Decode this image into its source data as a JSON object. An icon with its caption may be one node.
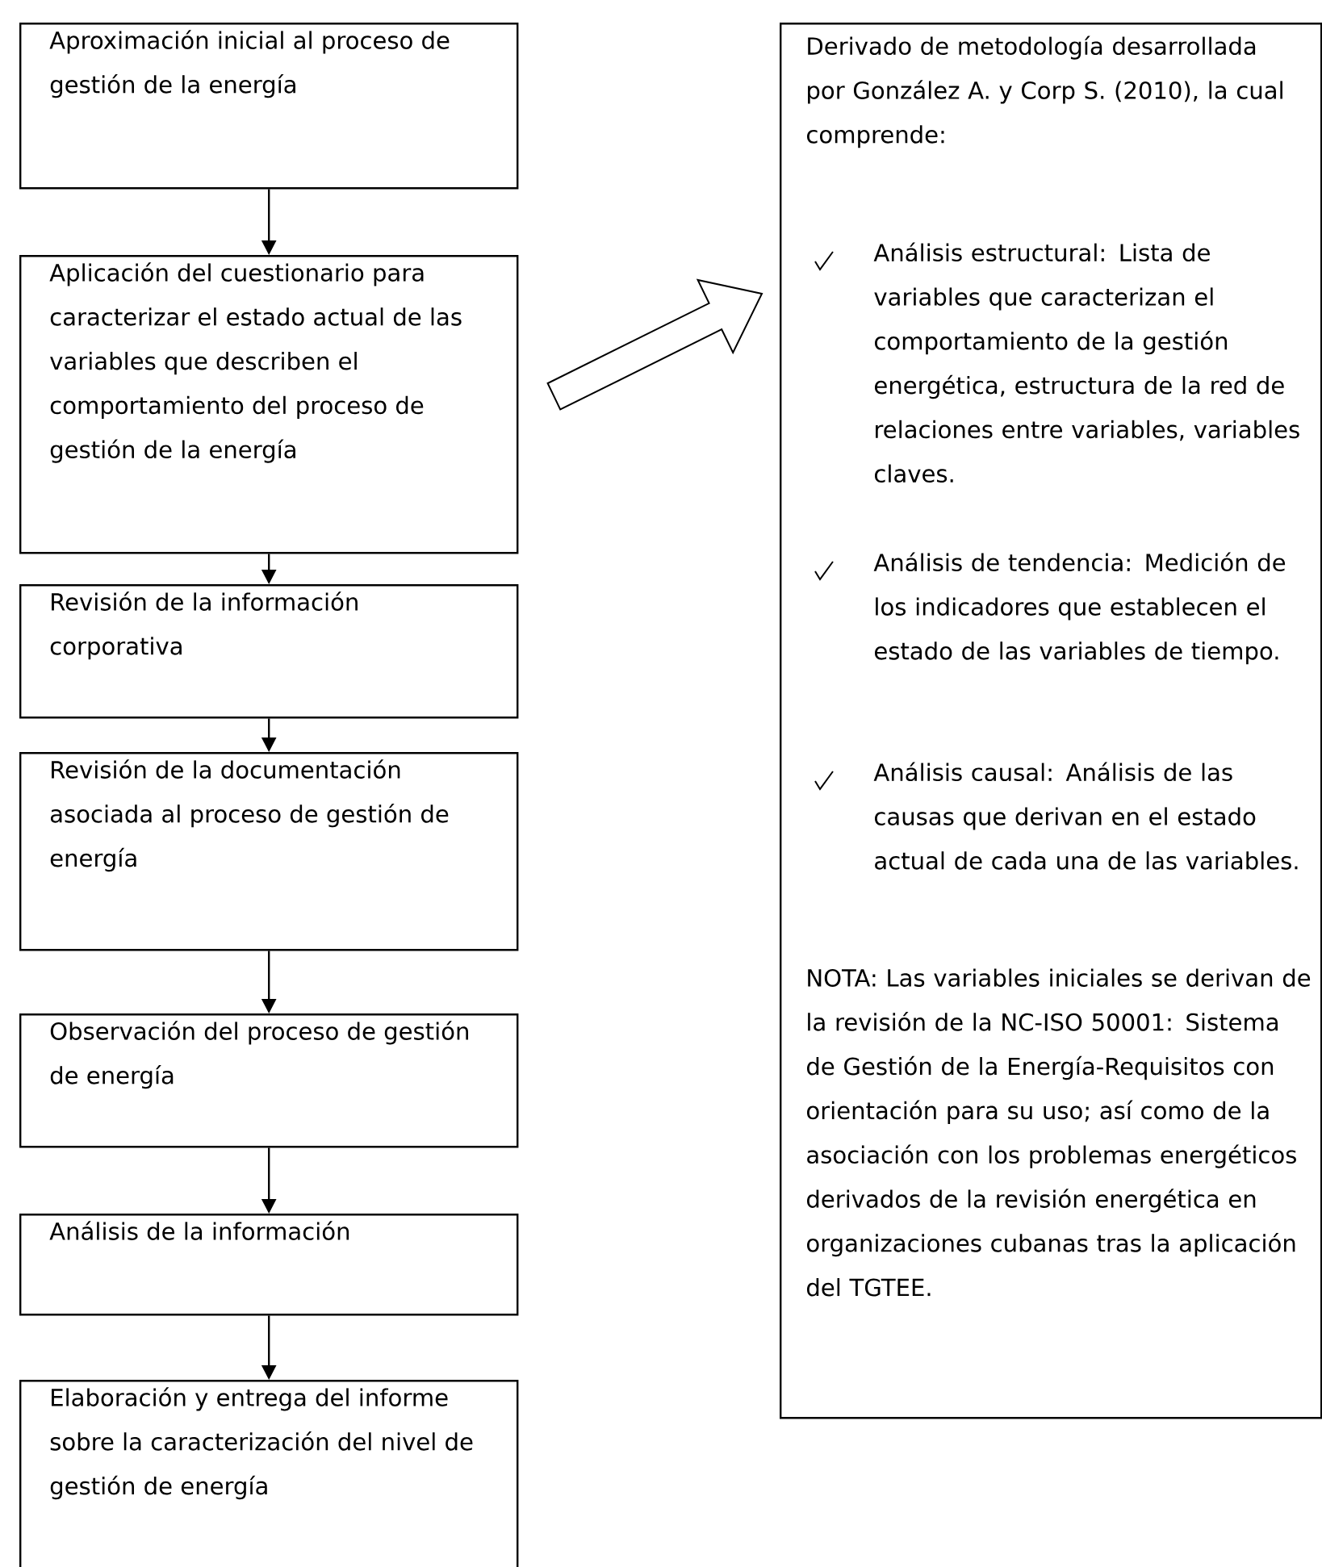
{
  "diagram": {
    "nodes": [
      {
        "text": [
          "Aproximación inicial al proceso de gestión de la energía"
        ]
      },
      {
        "text": [
          "Aplicación del cuestionario para caracterizar el estado actual de las variables que describen el comportamiento del proceso de gestión de la energía"
        ]
      },
      {
        "text": [
          "Revisión de la información corporativa"
        ]
      },
      {
        "text": [
          "Revisión de la documentación asociada al proceso de gestión de energía"
        ]
      },
      {
        "text": [
          "Observación del proceso de gestión de energía"
        ]
      },
      {
        "text": [
          "Análisis de la información"
        ]
      },
      {
        "text": [
          "Elaboración y entrega del informe sobre la caracterización del nivel de gestión de energía"
        ]
      },
      {
        "text": [
          "Derivado de metodología desarrollada por González A. y Corp S. (2010), la cual comprende:",
          "Análisis estructural: Lista de variables que caracterizan el comportamiento de la gestión energética, estructura de la red de relaciones entre variables, variables claves.",
          "Análisis de tendencia: Medición de los indicadores que establecen el estado de las variables de tiempo.",
          "Análisis causal: Análisis de las causas que derivan en el estado actual de cada una de las variables.",
          "NOTA: Las variables iniciales se derivan de la revisión de la NC-ISO 50001: Sistema de Gestión de la Energía-Requisitos con orientación para su uso; así como de la asociación con los problemas energéticos derivados de la revisión energética en organizaciones cubanas tras la aplicación del TGTEE."
        ]
      }
    ],
    "edges": [
      {
        "from": 0,
        "to": 1,
        "arrow": "to"
      },
      {
        "from": 1,
        "to": 2,
        "arrow": "to"
      },
      {
        "from": 2,
        "to": 3,
        "arrow": "to"
      },
      {
        "from": 3,
        "to": 4,
        "arrow": "to"
      },
      {
        "from": 4,
        "to": 5,
        "arrow": "to"
      },
      {
        "from": 5,
        "to": 6,
        "arrow": "to"
      },
      {
        "from": 1,
        "to": 7,
        "arrow": "to",
        "style": "thick"
      }
    ]
  }
}
